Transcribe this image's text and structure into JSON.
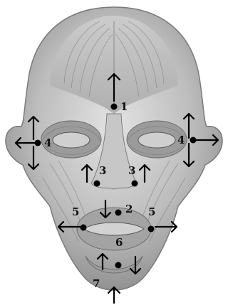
{
  "figure": {
    "subject": "facial-muscle-anatomy",
    "palette": {
      "skin_light": "#d9d9d9",
      "skin_mid": "#a9a9a9",
      "skin_dark": "#5f5f5f",
      "outline": "#7a7a7a",
      "marker": "#000000"
    }
  },
  "points": [
    {
      "id": "p1",
      "label": "1",
      "arrows": [
        "up"
      ]
    },
    {
      "id": "p2",
      "label": "2",
      "arrows": [
        "down"
      ]
    },
    {
      "id": "p3l",
      "label": "3",
      "arrows": [
        "up"
      ]
    },
    {
      "id": "p3r",
      "label": "3",
      "arrows": [
        "up"
      ]
    },
    {
      "id": "p4l",
      "label": "4",
      "arrows": [
        "up",
        "left",
        "down"
      ]
    },
    {
      "id": "p4r",
      "label": "4",
      "arrows": [
        "up",
        "right",
        "down"
      ]
    },
    {
      "id": "p5l",
      "label": "5",
      "arrows": [
        "left"
      ]
    },
    {
      "id": "p5r",
      "label": "5",
      "arrows": [
        "right"
      ]
    },
    {
      "id": "p6",
      "label": "6",
      "arrows": [
        "up",
        "down"
      ]
    },
    {
      "id": "p7",
      "label": "7",
      "arrows": [
        "up"
      ]
    }
  ]
}
